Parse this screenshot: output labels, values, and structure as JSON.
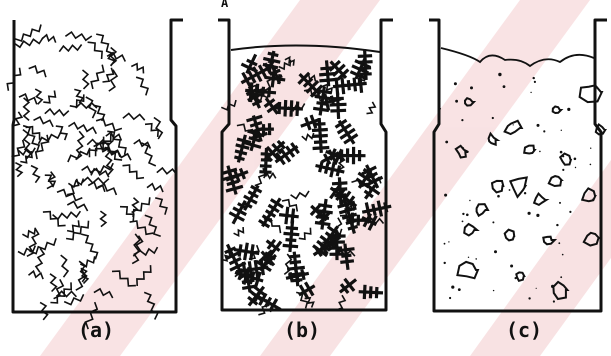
{
  "panels": [
    {
      "id": "a",
      "label": "(a)",
      "fill": "columnar-dendrites"
    },
    {
      "id": "b",
      "label": "(b)",
      "fill": "equiaxed-dendrites"
    },
    {
      "id": "c",
      "label": "(c)",
      "fill": "sparse-nuclei"
    }
  ],
  "top_mark": "A",
  "colors": {
    "ink": "#111111",
    "watermark": "#f4d4d6"
  }
}
